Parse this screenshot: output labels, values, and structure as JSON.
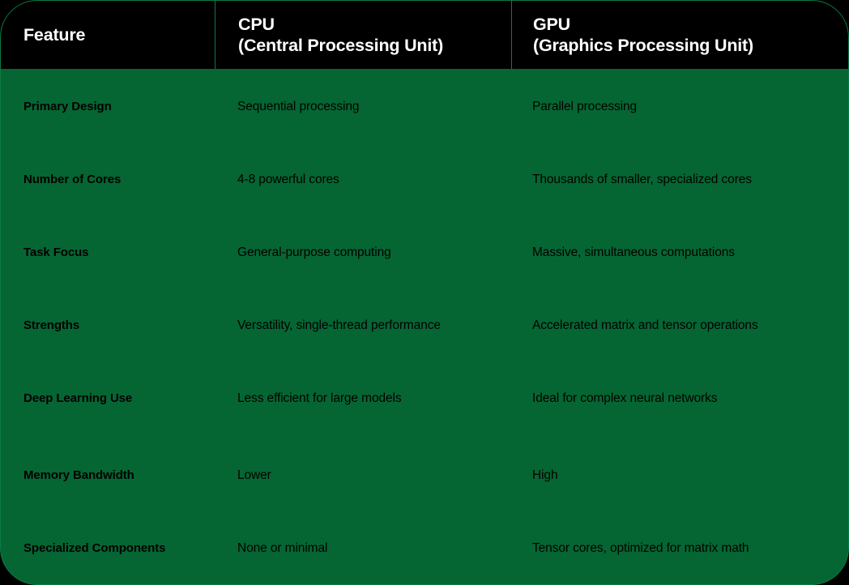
{
  "table": {
    "header": {
      "columns": [
        {
          "line1": "Feature",
          "line2": ""
        },
        {
          "line1": "CPU",
          "line2": "(Central Processing Unit)"
        },
        {
          "line1": "GPU",
          "line2": "(Graphics Processing Unit)"
        }
      ]
    },
    "rows": [
      {
        "feature": "Primary Design",
        "cpu": "Sequential processing",
        "gpu": "Parallel processing"
      },
      {
        "feature": "Number of Cores",
        "cpu": "4-8 powerful cores",
        "gpu": "Thousands of smaller, specialized cores"
      },
      {
        "feature": "Task Focus",
        "cpu": "General-purpose computing",
        "gpu": "Massive, simultaneous computations"
      },
      {
        "feature": "Strengths",
        "cpu": "Versatility, single-thread performance",
        "gpu": "Accelerated matrix and tensor operations"
      },
      {
        "feature": "Deep Learning Use",
        "cpu": "Less efficient for large models",
        "gpu": "Ideal for complex neural networks"
      },
      {
        "feature": "Memory Bandwidth",
        "cpu": "Lower",
        "gpu": "High"
      },
      {
        "feature": "Specialized Components",
        "cpu": "None or minimal",
        "gpu": "Tensor cores, optimized for matrix math"
      }
    ]
  },
  "colors": {
    "header_background": "#000000",
    "header_text": "#ffffff",
    "body_background": "#056633",
    "body_text": "#000000",
    "divider": "#0c7a42",
    "page_background": "#000000"
  }
}
